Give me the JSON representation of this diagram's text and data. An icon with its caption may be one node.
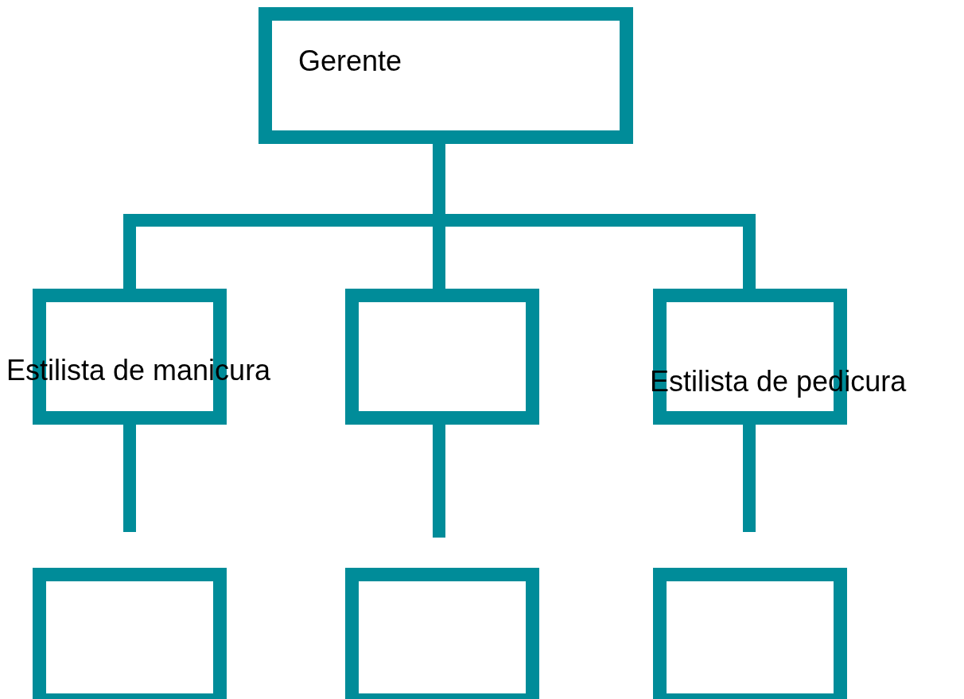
{
  "diagram": {
    "nodes": [
      {
        "text": [
          "Gerente"
        ]
      },
      {
        "text": [
          "Estilista de manicura"
        ]
      },
      {
        "text": [],
        "shape": "box"
      },
      {
        "text": [
          "Estilista de pedicura"
        ]
      },
      {
        "text": [],
        "shape": "box"
      },
      {
        "text": [],
        "shape": "box"
      },
      {
        "text": [],
        "shape": "box"
      }
    ],
    "edges": [
      {
        "from": 0,
        "to": 1,
        "arrow": "none"
      },
      {
        "from": 0,
        "to": 2,
        "arrow": "none"
      },
      {
        "from": 0,
        "to": 3,
        "arrow": "none"
      },
      {
        "from": 1,
        "to": null,
        "arrow": "none"
      },
      {
        "from": 2,
        "to": null,
        "arrow": "none"
      },
      {
        "from": 3,
        "to": null,
        "arrow": "none"
      }
    ]
  }
}
